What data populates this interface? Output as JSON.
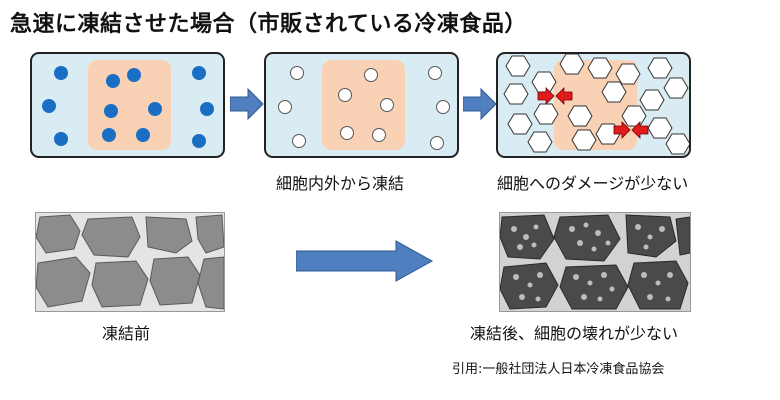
{
  "title": "急速に凍結させた場合（市販されている冷凍食品）",
  "captions": {
    "step2": "細胞内外から凍結",
    "step3": "細胞へのダメージが少ない",
    "before": "凍結前",
    "after": "凍結後、細胞の壊れが少ない"
  },
  "source": "引用:一般社団法人日本冷凍食品協会",
  "colors": {
    "panel_bg": "#d9ecf3",
    "cell": "#f9d2b6",
    "water_dot": "#1a6fc4",
    "arrow": "#4f7fbe",
    "pressure_arrow": "#e01b1b"
  }
}
